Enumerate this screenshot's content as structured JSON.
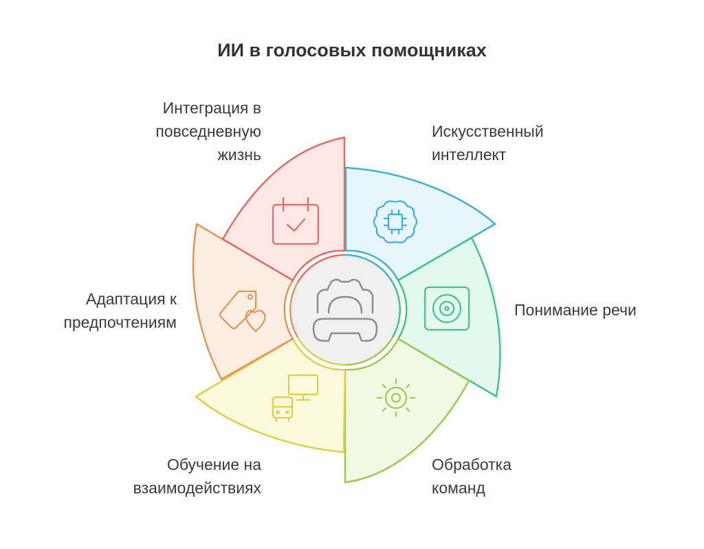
{
  "title": "ИИ в голосовых помощниках",
  "center": {
    "icon": "voice-assistant-icon"
  },
  "segments": [
    {
      "id": "ai",
      "label": "Искусственный\nинтеллект",
      "icon": "brain-chip-icon",
      "stroke": "#3bb0d8",
      "fill": "#e6f6fb"
    },
    {
      "id": "speech",
      "label": "Понимание речи",
      "icon": "speaker-icon",
      "stroke": "#3cc68a",
      "fill": "#e5f8ef"
    },
    {
      "id": "commands",
      "label": "Обработка\nкоманд",
      "icon": "gear-icon",
      "stroke": "#9acb4c",
      "fill": "#f1f8e3"
    },
    {
      "id": "learning",
      "label": "Обучение на\nвзаимодействиях",
      "icon": "devices-icon",
      "stroke": "#e0cf42",
      "fill": "#fbf8dd"
    },
    {
      "id": "adaptation",
      "label": "Адаптация к\nпредпочтениям",
      "icon": "tag-heart-icon",
      "stroke": "#e59453",
      "fill": "#fdeee3"
    },
    {
      "id": "integration",
      "label": "Интеграция в\nповседневную\nжизнь",
      "icon": "calendar-check-icon",
      "stroke": "#e26c64",
      "fill": "#fde8e6"
    }
  ]
}
